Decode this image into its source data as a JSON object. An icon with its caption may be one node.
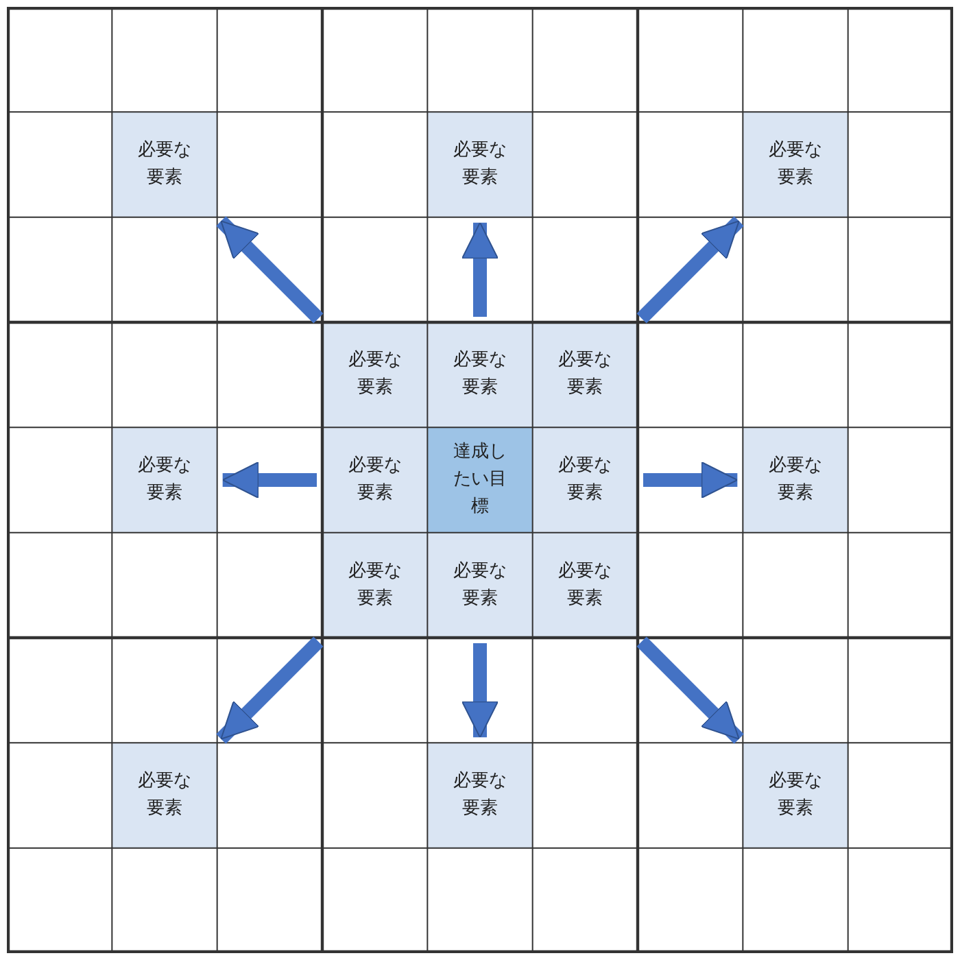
{
  "diagram": {
    "nodes": [
      {
        "text": [
          "必要な要素"
        ]
      },
      {
        "text": [
          "必要な要素"
        ]
      },
      {
        "text": [
          "必要な要素"
        ]
      },
      {
        "text": [
          "必要な要素"
        ]
      },
      {
        "text": [
          "必要な要素"
        ]
      },
      {
        "text": [
          "必要な要素"
        ]
      },
      {
        "text": [
          "必要な要素"
        ]
      },
      {
        "text": [
          "必要な要素"
        ]
      },
      {
        "text": [
          "達成したい目標"
        ]
      },
      {
        "text": [
          "必要な要素"
        ]
      },
      {
        "text": [
          "必要な要素"
        ]
      },
      {
        "text": [
          "必要な要素"
        ]
      },
      {
        "text": [
          "必要な要素"
        ]
      },
      {
        "text": [
          "必要な要素"
        ]
      },
      {
        "text": [
          "必要な要素"
        ]
      },
      {
        "text": [
          "必要な要素"
        ]
      },
      {
        "text": [
          "必要な要素"
        ]
      }
    ],
    "edges": [
      {
        "from": 3,
        "to": 0,
        "arrow": "to"
      },
      {
        "from": 4,
        "to": 1,
        "arrow": "to"
      },
      {
        "from": 5,
        "to": 2,
        "arrow": "to"
      },
      {
        "from": 7,
        "to": 6,
        "arrow": "to"
      },
      {
        "from": 9,
        "to": 10,
        "arrow": "to"
      },
      {
        "from": 11,
        "to": 14,
        "arrow": "to"
      },
      {
        "from": 12,
        "to": 15,
        "arrow": "to"
      },
      {
        "from": 13,
        "to": 16,
        "arrow": "to"
      }
    ]
  }
}
